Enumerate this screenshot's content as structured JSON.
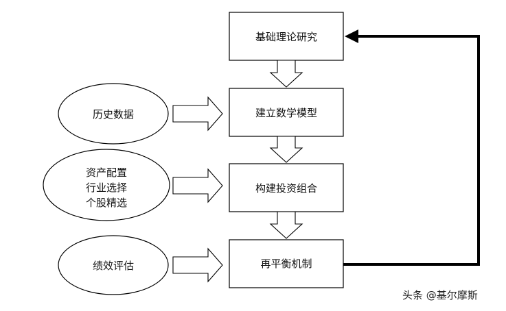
{
  "boxes": {
    "theory": "基础理论研究",
    "model": "建立数学模型",
    "portfolio": "构建投资组合",
    "rebalance": "再平衡机制"
  },
  "inputs": {
    "history": "历史数据",
    "allocation": [
      "资产配置",
      "行业选择",
      "个股精选"
    ],
    "evaluation": "绩效评估"
  },
  "watermark": "头条 @基尔摩斯"
}
